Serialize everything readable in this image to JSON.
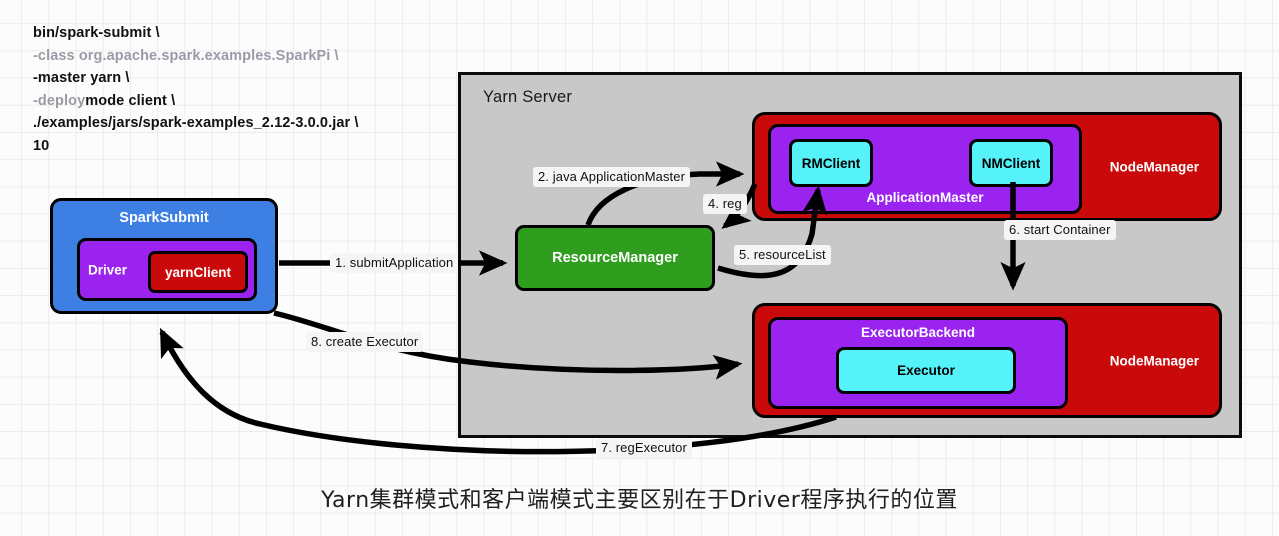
{
  "command": {
    "lines": [
      [
        {
          "t": "bin/spark-submit \\",
          "dim": false
        }
      ],
      [
        {
          "t": "-class org.apache.spark.examples.SparkPi \\",
          "dim": true
        }
      ],
      [
        {
          "t": "-master yarn \\",
          "dim": false
        }
      ],
      [
        {
          "t": "-deploy",
          "dim": true
        },
        {
          "t": "mode client \\",
          "dim": false
        }
      ],
      [
        {
          "t": "./examples/jars/spark-examples_2.12-3.0.0.jar \\",
          "dim": false
        }
      ],
      [
        {
          "t": "10",
          "dim": false
        }
      ]
    ]
  },
  "yarn_server": {
    "label": "Yarn Server"
  },
  "spark_submit": {
    "title": "SparkSubmit",
    "driver_label": "Driver",
    "yarn_client_label": "yarnClient"
  },
  "resource_manager": {
    "label": "ResourceManager"
  },
  "node_manager_top": {
    "label": "NodeManager",
    "application_master_label": "ApplicationMaster",
    "rm_client_label": "RMClient",
    "nm_client_label": "NMClient"
  },
  "node_manager_bottom": {
    "label": "NodeManager",
    "executor_backend_label": "ExecutorBackend",
    "executor_label": "Executor"
  },
  "arrows": [
    {
      "id": "1",
      "label": "1. submitApplication"
    },
    {
      "id": "2",
      "label": "2. java ApplicationMaster"
    },
    {
      "id": "4",
      "label": "4. reg"
    },
    {
      "id": "5",
      "label": "5. resourceList"
    },
    {
      "id": "6",
      "label": "6. start Container"
    },
    {
      "id": "7",
      "label": "7. regExecutor"
    },
    {
      "id": "8",
      "label": "8. create Executor"
    }
  ],
  "caption": {
    "text": "Yarn集群模式和客户端模式主要区别在于Driver程序执行的位置"
  },
  "colors": {
    "background": "#fcfcfc",
    "grid_line": "#ececec",
    "yarn_server_fill": "#c8c8c8",
    "spark_submit_fill": "#3d7fe3",
    "driver_fill": "#9a23f0",
    "yarn_client_fill": "#ca0a0a",
    "resource_manager_fill": "#2f9e1f",
    "node_manager_fill": "#ca0a0a",
    "application_master_fill": "#9a23f0",
    "client_box_fill": "#55f3f9",
    "stroke": "#000000",
    "label_bg": "#f7f5f3",
    "command_dim_text": "#9b9ba6",
    "command_text": "#111111"
  }
}
